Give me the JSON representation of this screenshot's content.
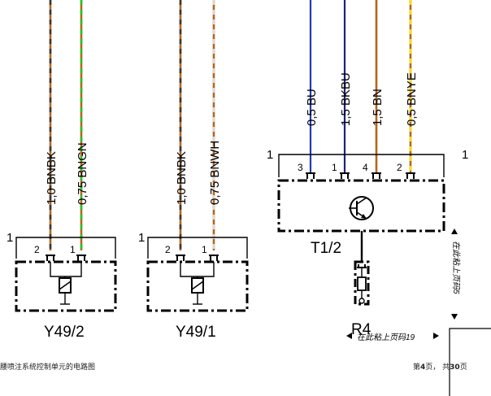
{
  "colors": {
    "BN": "#b5651d",
    "BK": "#3a3a3a",
    "GN": "#22c71f",
    "WH": "#d9d9d9",
    "BU": "#1e3cb4",
    "YE": "#f0e000",
    "BKBU": "#1a237e",
    "BNBK": "#8b5a33",
    "BNGN": "#8cb346",
    "BNWH": "#cfa781",
    "BNYE": "#e0c640"
  },
  "components": {
    "y49_2": {
      "label": "Y49/2",
      "corner_label": "1",
      "wires": [
        {
          "label": "1,0 BNBK",
          "pin": "2",
          "colors": [
            "BN",
            "BK"
          ]
        },
        {
          "label": "0,75 BNGN",
          "pin": "1",
          "colors": [
            "BN",
            "GN"
          ]
        }
      ]
    },
    "y49_1": {
      "label": "Y49/1",
      "corner_label": "1",
      "wires": [
        {
          "label": "1,0 BNBK",
          "pin": "2",
          "colors": [
            "BN",
            "BK"
          ]
        },
        {
          "label": "0,75 BNWH",
          "pin": "1",
          "colors": [
            "BN",
            "WH"
          ]
        }
      ]
    },
    "t1_2": {
      "label": "T1/2",
      "corner_label_left": "1",
      "corner_label_right": "1",
      "wires": [
        {
          "label": "0,5 BU",
          "pin": "3",
          "colors": [
            "BU"
          ]
        },
        {
          "label": "1,5 BKBU",
          "pin": "1",
          "colors": [
            "BK",
            "BU"
          ]
        },
        {
          "label": "1,5 BN",
          "pin": "4",
          "colors": [
            "BN"
          ]
        },
        {
          "label": "0,5 BNYE",
          "pin": "2",
          "colors": [
            "BN",
            "YE"
          ]
        }
      ]
    },
    "r4": {
      "label": "R4"
    }
  },
  "notes": {
    "paste_right": "在此粘上页码5",
    "paste_bottom": "在此粘上页码19"
  },
  "footer": {
    "left": "腰喷注系统控制单元的电路图",
    "page_prefix": "第",
    "page_number": "4",
    "page_mid": "页， 共",
    "page_total": "30",
    "page_suffix": "页"
  }
}
